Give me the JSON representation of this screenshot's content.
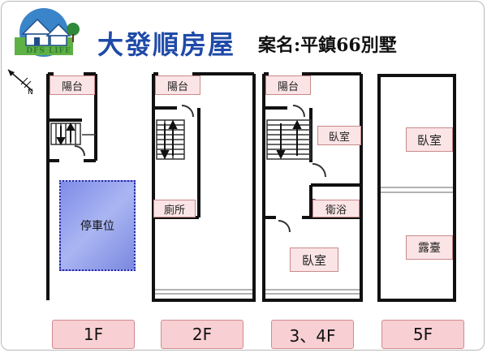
{
  "header": {
    "title": "大發順房屋",
    "case_name": "案名:平鎮66別墅",
    "logo_text": "DFS LIFE"
  },
  "plan": {
    "floors": [
      {
        "label": "1F",
        "rooms": [
          "陽台",
          "停車位"
        ]
      },
      {
        "label": "2F",
        "rooms": [
          "陽台",
          "廁所"
        ]
      },
      {
        "label": "3、4F",
        "rooms": [
          "陽台",
          "臥室",
          "衛浴",
          "臥室"
        ]
      },
      {
        "label": "5F",
        "rooms": [
          "臥室",
          "露臺"
        ]
      }
    ]
  },
  "compass": {
    "label": "N",
    "icon": "north-arrow-icon"
  },
  "colors": {
    "title": "#1f4aa8",
    "room_fill": "#fbe4e6",
    "floor_label_fill": "#f8cfd2",
    "parking_fill": "#8f9cea",
    "wall": "#111111"
  }
}
